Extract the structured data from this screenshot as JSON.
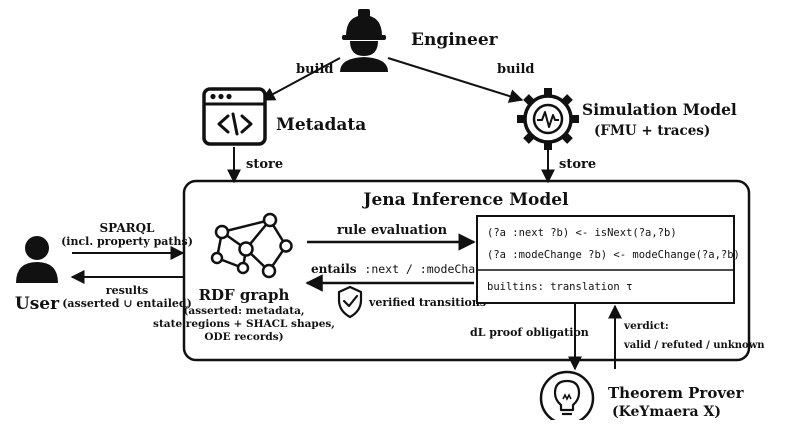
{
  "nodes": {
    "engineer": "Engineer",
    "metadata": "Metadata",
    "simulation_model": {
      "title": "Simulation Model",
      "subtitle": "(FMU + traces)"
    },
    "jena_title": "Jena Inference Model",
    "user": "User",
    "rdf_graph": {
      "title": "RDF graph",
      "lines": [
        "(asserted: metadata,",
        "state regions + SHACL shapes,",
        "ODE records)"
      ]
    },
    "theorem_prover": {
      "title": "Theorem Prover",
      "subtitle": "(KeYmaera X)"
    }
  },
  "edges": {
    "build_left": "build",
    "build_right": "build",
    "store_left": "store",
    "store_right": "store",
    "sparql": [
      "SPARQL",
      "(incl. property paths)"
    ],
    "results": [
      "results",
      "(asserted ∪ entailed)"
    ],
    "rule_evaluation": "rule evaluation",
    "entails_word": "entails",
    "entails_code": ":next / :modeChange",
    "verified_transitions": "verified transitions",
    "dl_proof": "dL proof obligation",
    "verdict": [
      "verdict:",
      "valid / refuted / unknown"
    ]
  },
  "rules_box": {
    "rules": [
      "(?a :next ?b) <- isNext(?a,?b)",
      "(?a :modeChange ?b) <- modeChange(?a,?b)"
    ],
    "builtins": "builtins: translation τ"
  },
  "icons": [
    "engineer-hardhat-icon",
    "code-window-icon",
    "gear-waveform-icon",
    "user-icon",
    "graph-network-icon",
    "shield-check-icon",
    "lightbulb-icon"
  ]
}
